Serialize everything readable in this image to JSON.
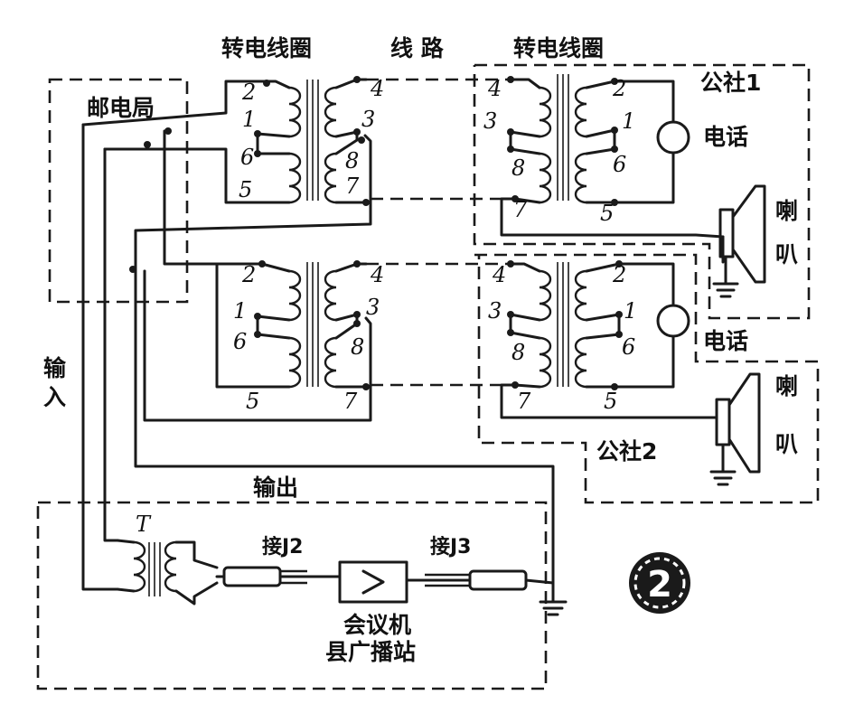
{
  "labels": {
    "transfer_coil_left": "转电线圈",
    "line": "线 路",
    "transfer_coil_right": "转电线圈",
    "post_office": "邮电局",
    "commune_1": "公社1",
    "commune_2": "公社2",
    "telephone_1": "电话",
    "telephone_2": "电话",
    "speaker_1_top": "喇",
    "speaker_1_bottom": "叭",
    "speaker_2_top": "喇",
    "speaker_2_bottom": "叭",
    "input_top": "输",
    "input_bottom": "入",
    "output": "输出",
    "transformer": "T",
    "jack_2": "接J2",
    "jack_3": "接J3",
    "conference_machine": "会议机",
    "broadcast_station": "县广播站",
    "figure_number": "2"
  },
  "terminals": {
    "t1_left": [
      "2",
      "1",
      "6",
      "5"
    ],
    "t1_right": [
      "4",
      "3",
      "8",
      "7"
    ],
    "t2_left": [
      "4",
      "3",
      "8",
      "7"
    ],
    "t2_right": [
      "2",
      "1",
      "6",
      "5"
    ],
    "t3_left": [
      "2",
      "1",
      "6",
      "5"
    ],
    "t3_right": [
      "4",
      "3",
      "8",
      "7"
    ],
    "t4_left": [
      "4",
      "3",
      "8",
      "7"
    ],
    "t4_right": [
      "2",
      "1",
      "6",
      "5"
    ]
  },
  "colors": {
    "ink": "#1a1a1a",
    "paper": "#ffffff"
  }
}
